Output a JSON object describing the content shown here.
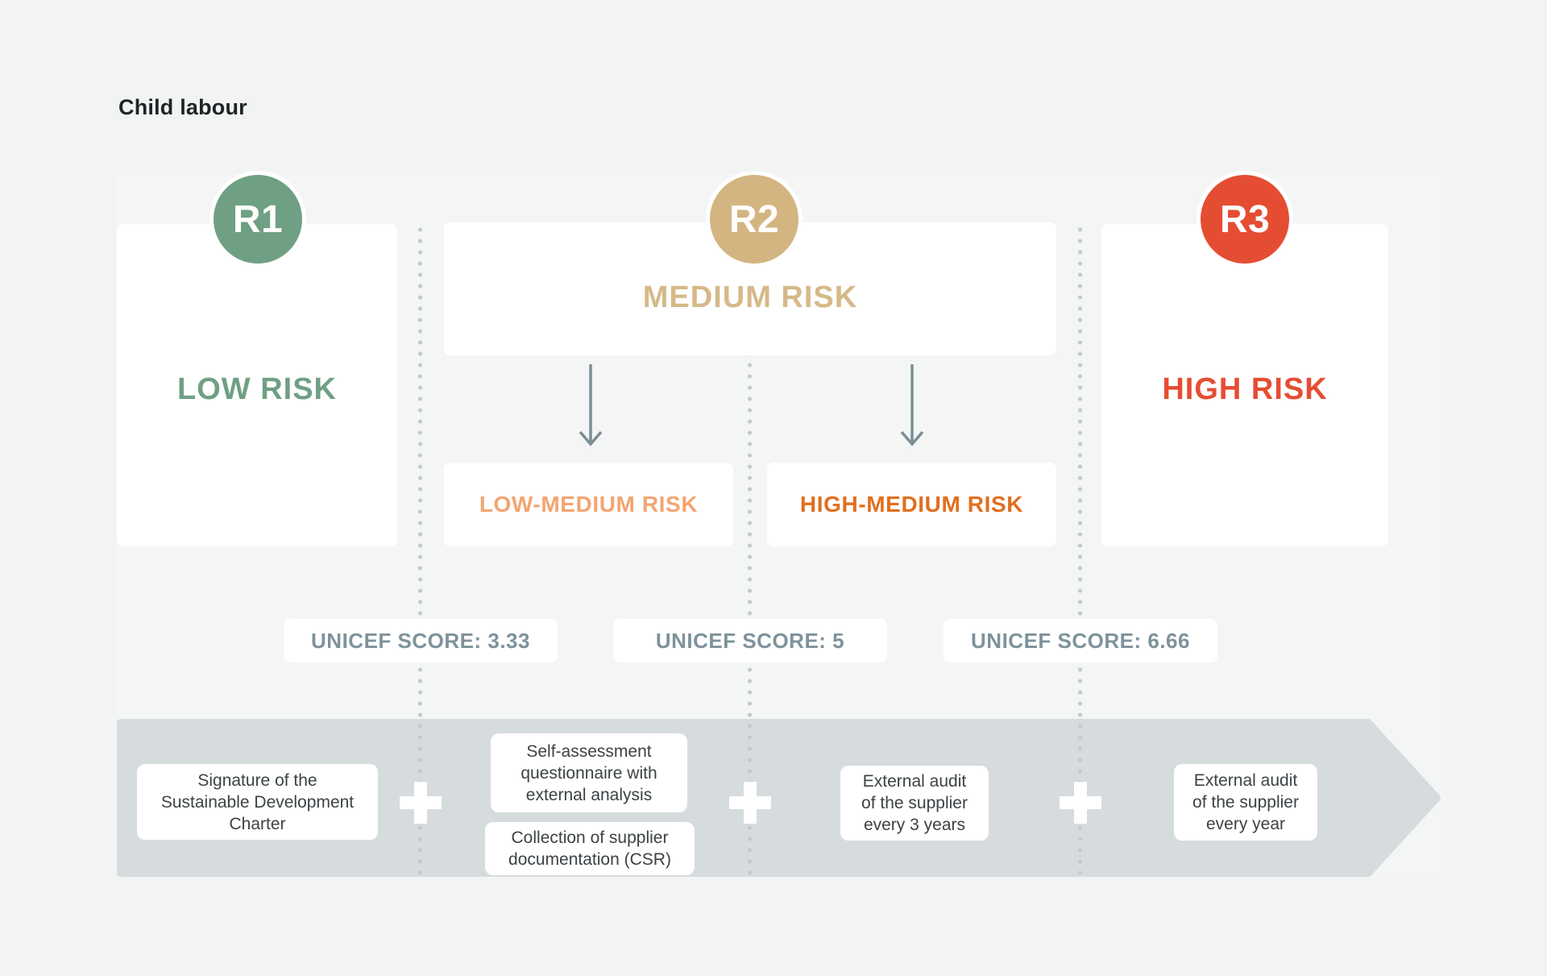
{
  "title": "Child labour",
  "columns": {
    "r1": {
      "badge": "R1",
      "risk_label": "LOW RISK"
    },
    "r2": {
      "badge": "R2",
      "risk_label": "MEDIUM RISK",
      "sub_left": "LOW-MEDIUM RISK",
      "sub_right": "HIGH-MEDIUM RISK"
    },
    "r3": {
      "badge": "R3",
      "risk_label": "HIGH RISK"
    }
  },
  "scores": [
    {
      "label": "UNICEF SCORE: 3.33"
    },
    {
      "label": "UNICEF SCORE: 5"
    },
    {
      "label": "UNICEF SCORE: 6.66"
    }
  ],
  "actions": [
    {
      "text": "Signature of the\nSustainable Development\nCharter"
    },
    {
      "text": "Self-assessment\nquestionnaire with\nexternal analysis"
    },
    {
      "text": "Collection of supplier\ndocumentation (CSR)"
    },
    {
      "text": "External audit\nof the supplier\nevery 3 years"
    },
    {
      "text": "External audit\nof the supplier\nevery year"
    }
  ],
  "icons": {
    "plus": "+",
    "arrow_down": "↓"
  },
  "colors": {
    "low_risk": "#6FA083",
    "medium_risk": "#D3B581",
    "high_risk": "#E54D33",
    "low_medium_text": "#F2A572",
    "high_medium_text": "#E06F1F",
    "score_text": "#7E929B",
    "arrow": "#7A8E96",
    "band": "#D6DBDE"
  }
}
